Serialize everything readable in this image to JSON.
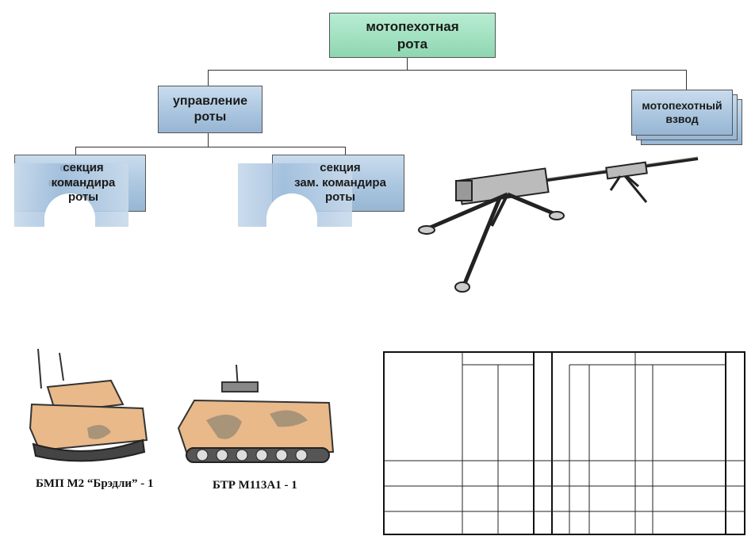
{
  "org_chart": {
    "top": "мотопехотная\nрота",
    "management": "управление\nроты",
    "platoon": "мотопехотный\nвзвод",
    "section_left": "секция\nкомандира\nроты",
    "section_right": "секция\nзам. командира\nроты"
  },
  "vehicles": {
    "bmp_caption": "БМП М2 “Брэдли” - 1",
    "btr_caption": "БТР М113А1 - 1"
  },
  "colors": {
    "top_box": "#a3e2c2",
    "blue_box": "#a8c4de",
    "vehicle_tan": "#e9b98a",
    "camo": "#a89478"
  }
}
